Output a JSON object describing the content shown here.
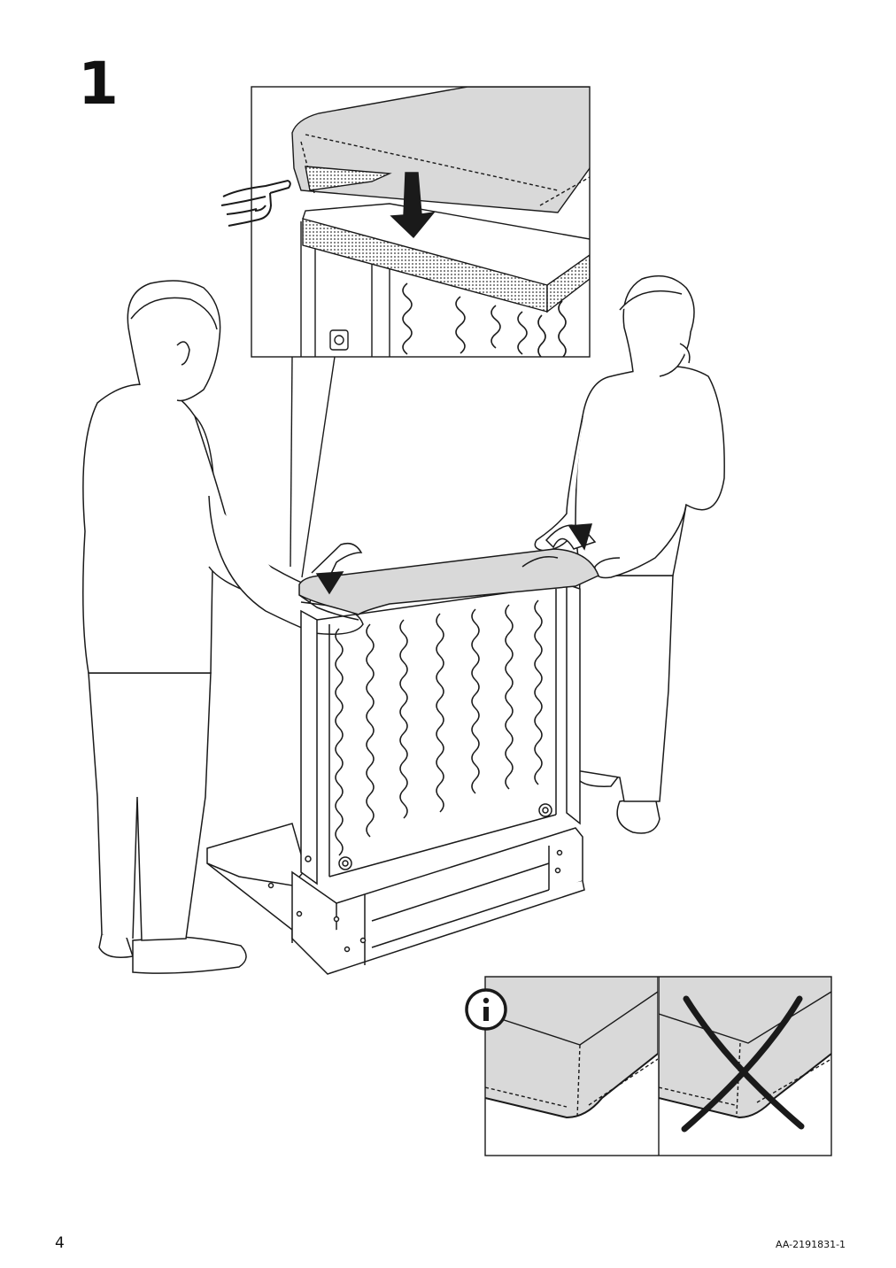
{
  "step": {
    "number": "1"
  },
  "footer": {
    "page_number": "4",
    "document_code": "AA-2191831-1"
  },
  "info_panel": {
    "icon": "info-icon",
    "correct_example": "ok",
    "incorrect_example": "cross-mark"
  },
  "colors": {
    "line": "#1a1a1a",
    "fabric": "#d9d9d9",
    "paper": "#ffffff"
  }
}
